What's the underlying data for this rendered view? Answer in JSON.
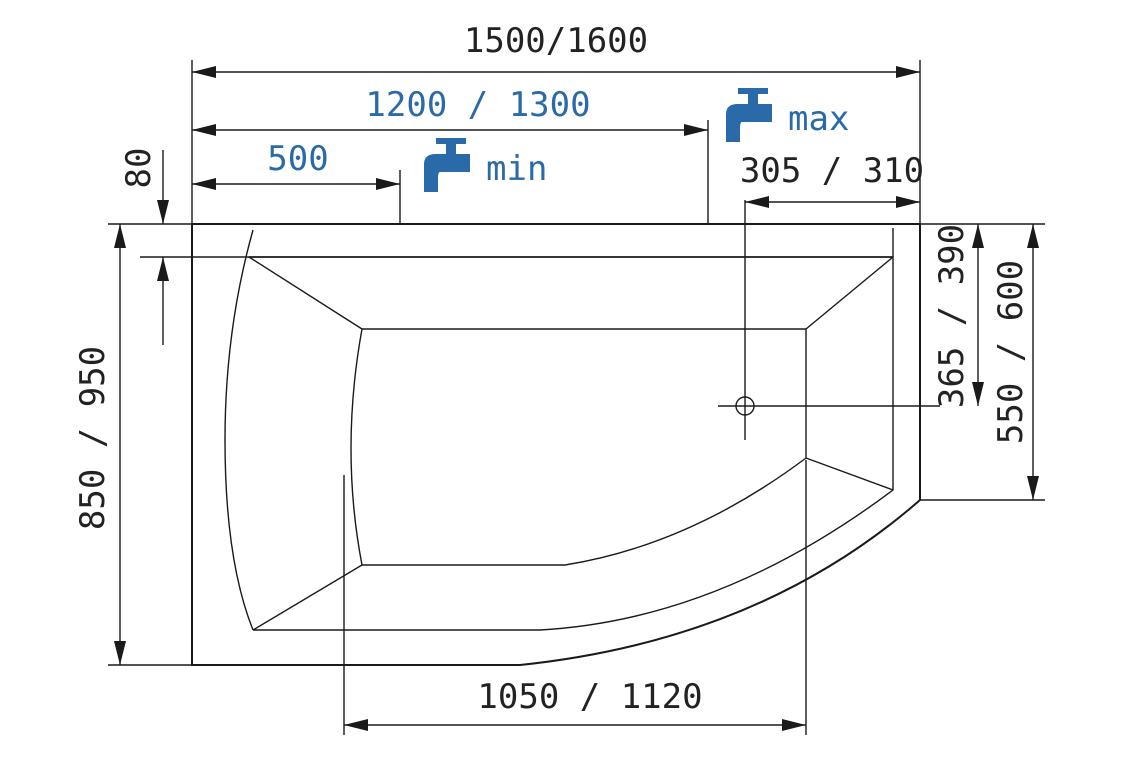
{
  "colors": {
    "line": "#1a1a1a",
    "dimension_text": "#222222",
    "accent_blue": "#2b6aa8"
  },
  "dimensions": {
    "total_length": "1500/1600",
    "tap_max_position": "1200 / 1300",
    "tap_min_position": "500",
    "rim_width": "80",
    "right_end_width": "305 / 310",
    "drain_offset": "365 / 390",
    "right_side_depth": "550 / 600",
    "total_width": "850 / 950",
    "bottom_length": "1050 / 1120"
  },
  "taps": {
    "min_label": "min",
    "max_label": "max",
    "icon": "faucet-icon"
  }
}
